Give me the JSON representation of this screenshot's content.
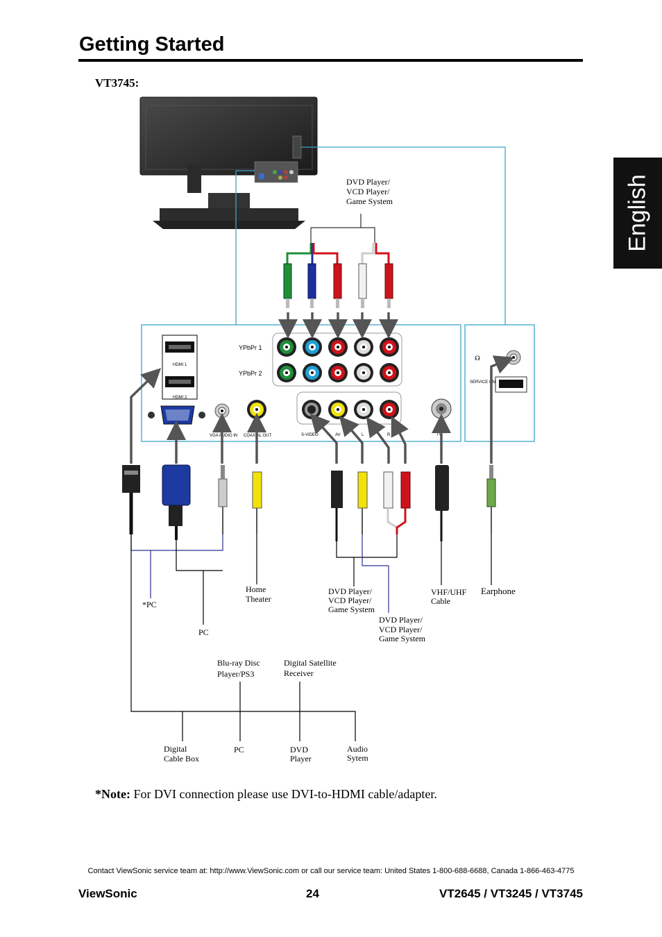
{
  "header": {
    "title": "Getting Started"
  },
  "side_tab": {
    "label": "English"
  },
  "section": {
    "model_heading": "VT3745:"
  },
  "diagram": {
    "panel_labels": {
      "hdmi1": "HDMI 1",
      "hdmi2": "HDMI 2",
      "ypbpr1": "YPbPr 1",
      "ypbpr2": "YPbPr 2",
      "vga": "VGA",
      "vga_audio_in": "VGA AUDIO IN",
      "coaxial_out": "COAXIAL OUT",
      "s_video": "S-VIDEO",
      "av": "AV",
      "left": "L",
      "right": "R",
      "tv": "TV",
      "service_only": "SERVICE ONLY",
      "headphone_symbol": "☊"
    },
    "device_labels": {
      "dvd_top_1": "DVD Player/",
      "dvd_top_2": "VCD Player/",
      "dvd_top_3": "Game System",
      "home_theater_1": "Home",
      "home_theater_2": "Theater",
      "dvd_mid_1": "DVD Player/",
      "dvd_mid_2": "VCD Player/",
      "dvd_mid_3": "Game System",
      "dvd_low_1": "DVD Player/",
      "dvd_low_2": "VCD Player/",
      "dvd_low_3": "Game System",
      "vhf_1": "VHF/UHF",
      "vhf_2": "Cable",
      "earphone": "Earphone",
      "pc_star": "*PC",
      "pc": "PC",
      "bluray_1": "Blu-ray Disc",
      "bluray_2": "Player/PS3",
      "satellite_1": "Digital Satellite",
      "satellite_2": "Receiver",
      "cable_box_1": "Digital",
      "cable_box_2": "Cable Box",
      "pc_bottom": "PC",
      "dvd_bottom_1": "DVD",
      "dvd_bottom_2": "Player",
      "audio_1": "Audio",
      "audio_2": "Sytem"
    },
    "colors": {
      "panel_border": "#3aa6c9",
      "green": "#1f8f3a",
      "blue": "#1c2fa0",
      "red": "#d0121a",
      "white": "#f2f2f2",
      "yellow": "#f2e20a",
      "wire_blue": "#2a2f8f"
    }
  },
  "note": {
    "prefix": "*Note:",
    "text": " For DVI connection please use DVI-to-HDMI cable/adapter."
  },
  "footer": {
    "contact": "Contact ViewSonic service team at: http://www.ViewSonic.com or call our service team: United States 1-800-688-6688, Canada 1-866-463-4775",
    "brand": "ViewSonic",
    "page_number": "24",
    "models": "VT2645 / VT3245 / VT3745"
  }
}
